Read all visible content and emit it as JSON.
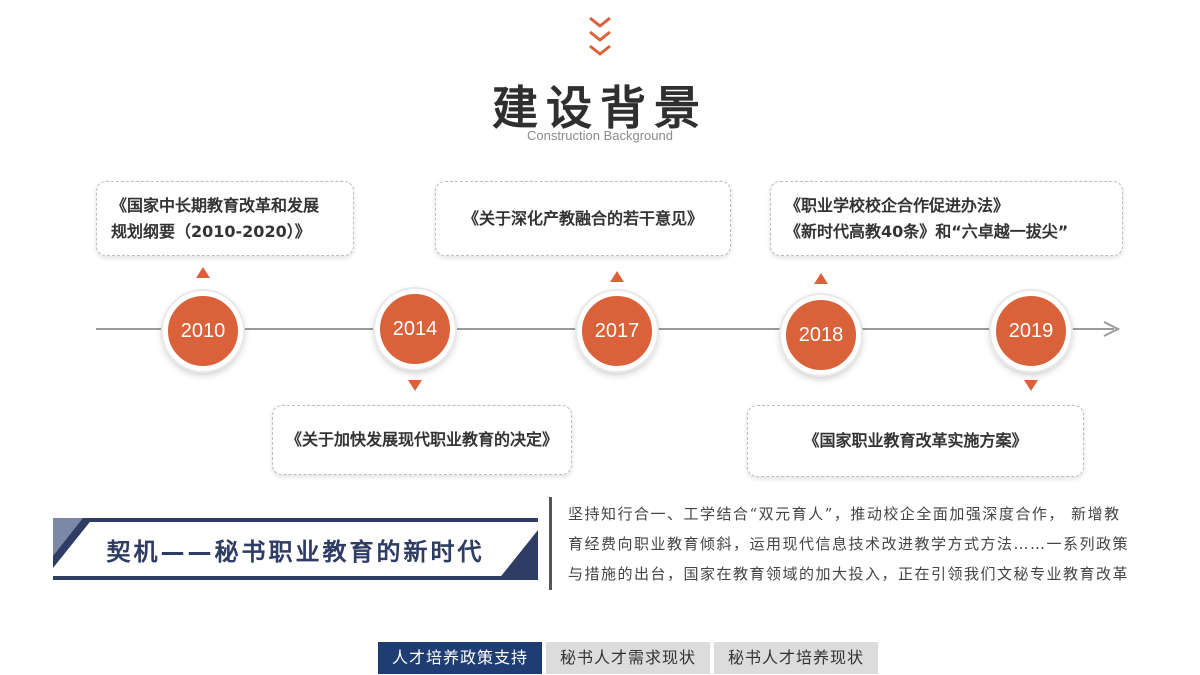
{
  "header": {
    "title": "建设背景",
    "subtitle": "Construction Background",
    "chevron_icon": "triple-chevron-down-icon",
    "accent_color": "#d9623a"
  },
  "timeline": {
    "years": [
      "2010",
      "2014",
      "2017",
      "2018",
      "2019"
    ],
    "top_notes": [
      {
        "lines": [
          "《国家中长期教育改革和发展",
          "规划纲要（2010-2020）》"
        ]
      },
      {
        "lines": [
          "《关于深化产教融合的若干意见》"
        ]
      },
      {
        "lines": [
          "《职业学校校企合作促进办法》",
          "《新时代高教40条》和“六卓越一拔尖”"
        ]
      }
    ],
    "bottom_notes": [
      {
        "lines": [
          "《关于加快发展现代职业教育的决定》"
        ]
      },
      {
        "lines": [
          "《国家职业教育改革实施方案》"
        ]
      }
    ]
  },
  "banner": {
    "text": "契机——秘书职业教育的新时代",
    "color": "#2f3c63"
  },
  "paragraph": {
    "lines": [
      "坚持知行合一、工学结合“双元育人”，推动校企全面加强深度合作， 新增教",
      "育经费向职业教育倾斜，运用现代信息技术改进教学方式方法……一系列政策",
      "与措施的出台，国家在教育领域的加大投入，正在引领我们文秘专业教育改革"
    ]
  },
  "tabs": [
    {
      "label": "人才培养政策支持",
      "active": true
    },
    {
      "label": "秘书人才需求现状",
      "active": false
    },
    {
      "label": "秘书人才培养现状",
      "active": false
    }
  ]
}
